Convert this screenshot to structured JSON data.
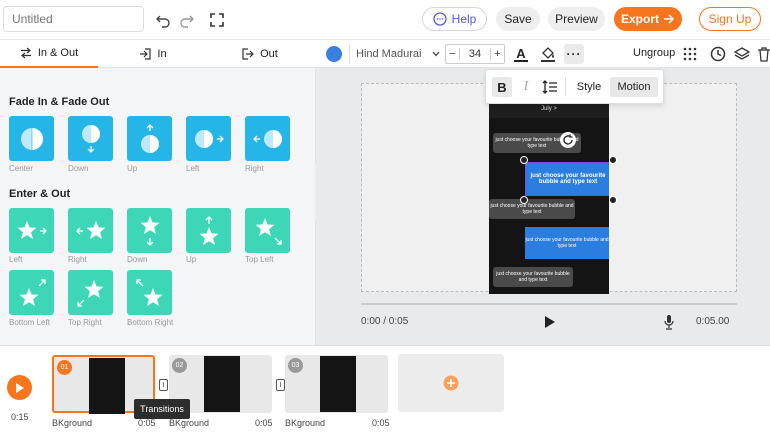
{
  "topbar": {
    "title_placeholder": "Untitled",
    "help_label": "Help",
    "save_label": "Save",
    "preview_label": "Preview",
    "export_label": "Export",
    "signup_label": "Sign Up"
  },
  "leftpanel": {
    "tabs": [
      "In & Out",
      "In",
      "Out"
    ],
    "section_fade_title": "Fade In & Fade Out",
    "fade_items": [
      "Center",
      "Down",
      "Up",
      "Left",
      "Right"
    ],
    "section_enter_title": "Enter & Out",
    "enter_items": [
      "Left",
      "Right",
      "Down",
      "Up",
      "Top Left",
      "Bottom Left",
      "Top Right",
      "Bottom Right"
    ]
  },
  "toolbar2": {
    "font_name": "Hind Madurai",
    "font_size": "34",
    "color": "#3a7ee0",
    "ungroup_label": "Ungroup"
  },
  "popup": {
    "bold": "B",
    "italic": "I",
    "style_label": "Style",
    "motion_label": "Motion"
  },
  "stage": {
    "month_label": "July >",
    "bubble_text": "just choose your favourite bubble and type text",
    "time_current": "0:00 / 0:05",
    "time_total": "0:05.00"
  },
  "bottom": {
    "total_time": "0:15",
    "tooltip": "Transitions",
    "clips": [
      {
        "num": "01",
        "label": "BKground",
        "dur": "0:05"
      },
      {
        "num": "02",
        "label": "BKground",
        "dur": "0:05"
      },
      {
        "num": "03",
        "label": "BKground",
        "dur": "0:05"
      }
    ]
  },
  "colors": {
    "accent": "#f7751d",
    "tile_blue": "#25b6e7",
    "tile_green": "#3dd6b6"
  }
}
